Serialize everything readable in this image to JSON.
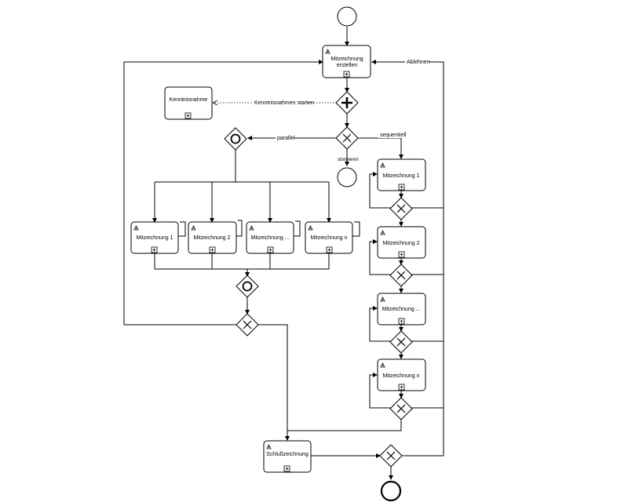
{
  "tasks": {
    "erstellen_l1": "Mitzeichnung",
    "erstellen_l2": "erstellen",
    "kenntnis": "Kenntnisnahme",
    "p1": "Mitzeichnung 1",
    "p2": "Mitzeichnung 2",
    "p3": "Mitzeichnung ...",
    "pn": "Mitzeichnung n",
    "s1": "Mitzeichnung 1",
    "s2": "Mitzeichnung 2",
    "s3": "Mitzeichnung ...",
    "sn": "Mitzeichnung n",
    "schluss": "Schlußzeichnung"
  },
  "flows": {
    "ablehnen": "Ablehnen",
    "kenntnis_starten": "Kenntnisnahmen starten",
    "parallel": "parallel",
    "sequentiell": "sequentiell",
    "stornieren": "stornieren"
  },
  "icons": {
    "user_task": "user-task-icon",
    "subprocess": "subprocess-marker-icon"
  }
}
